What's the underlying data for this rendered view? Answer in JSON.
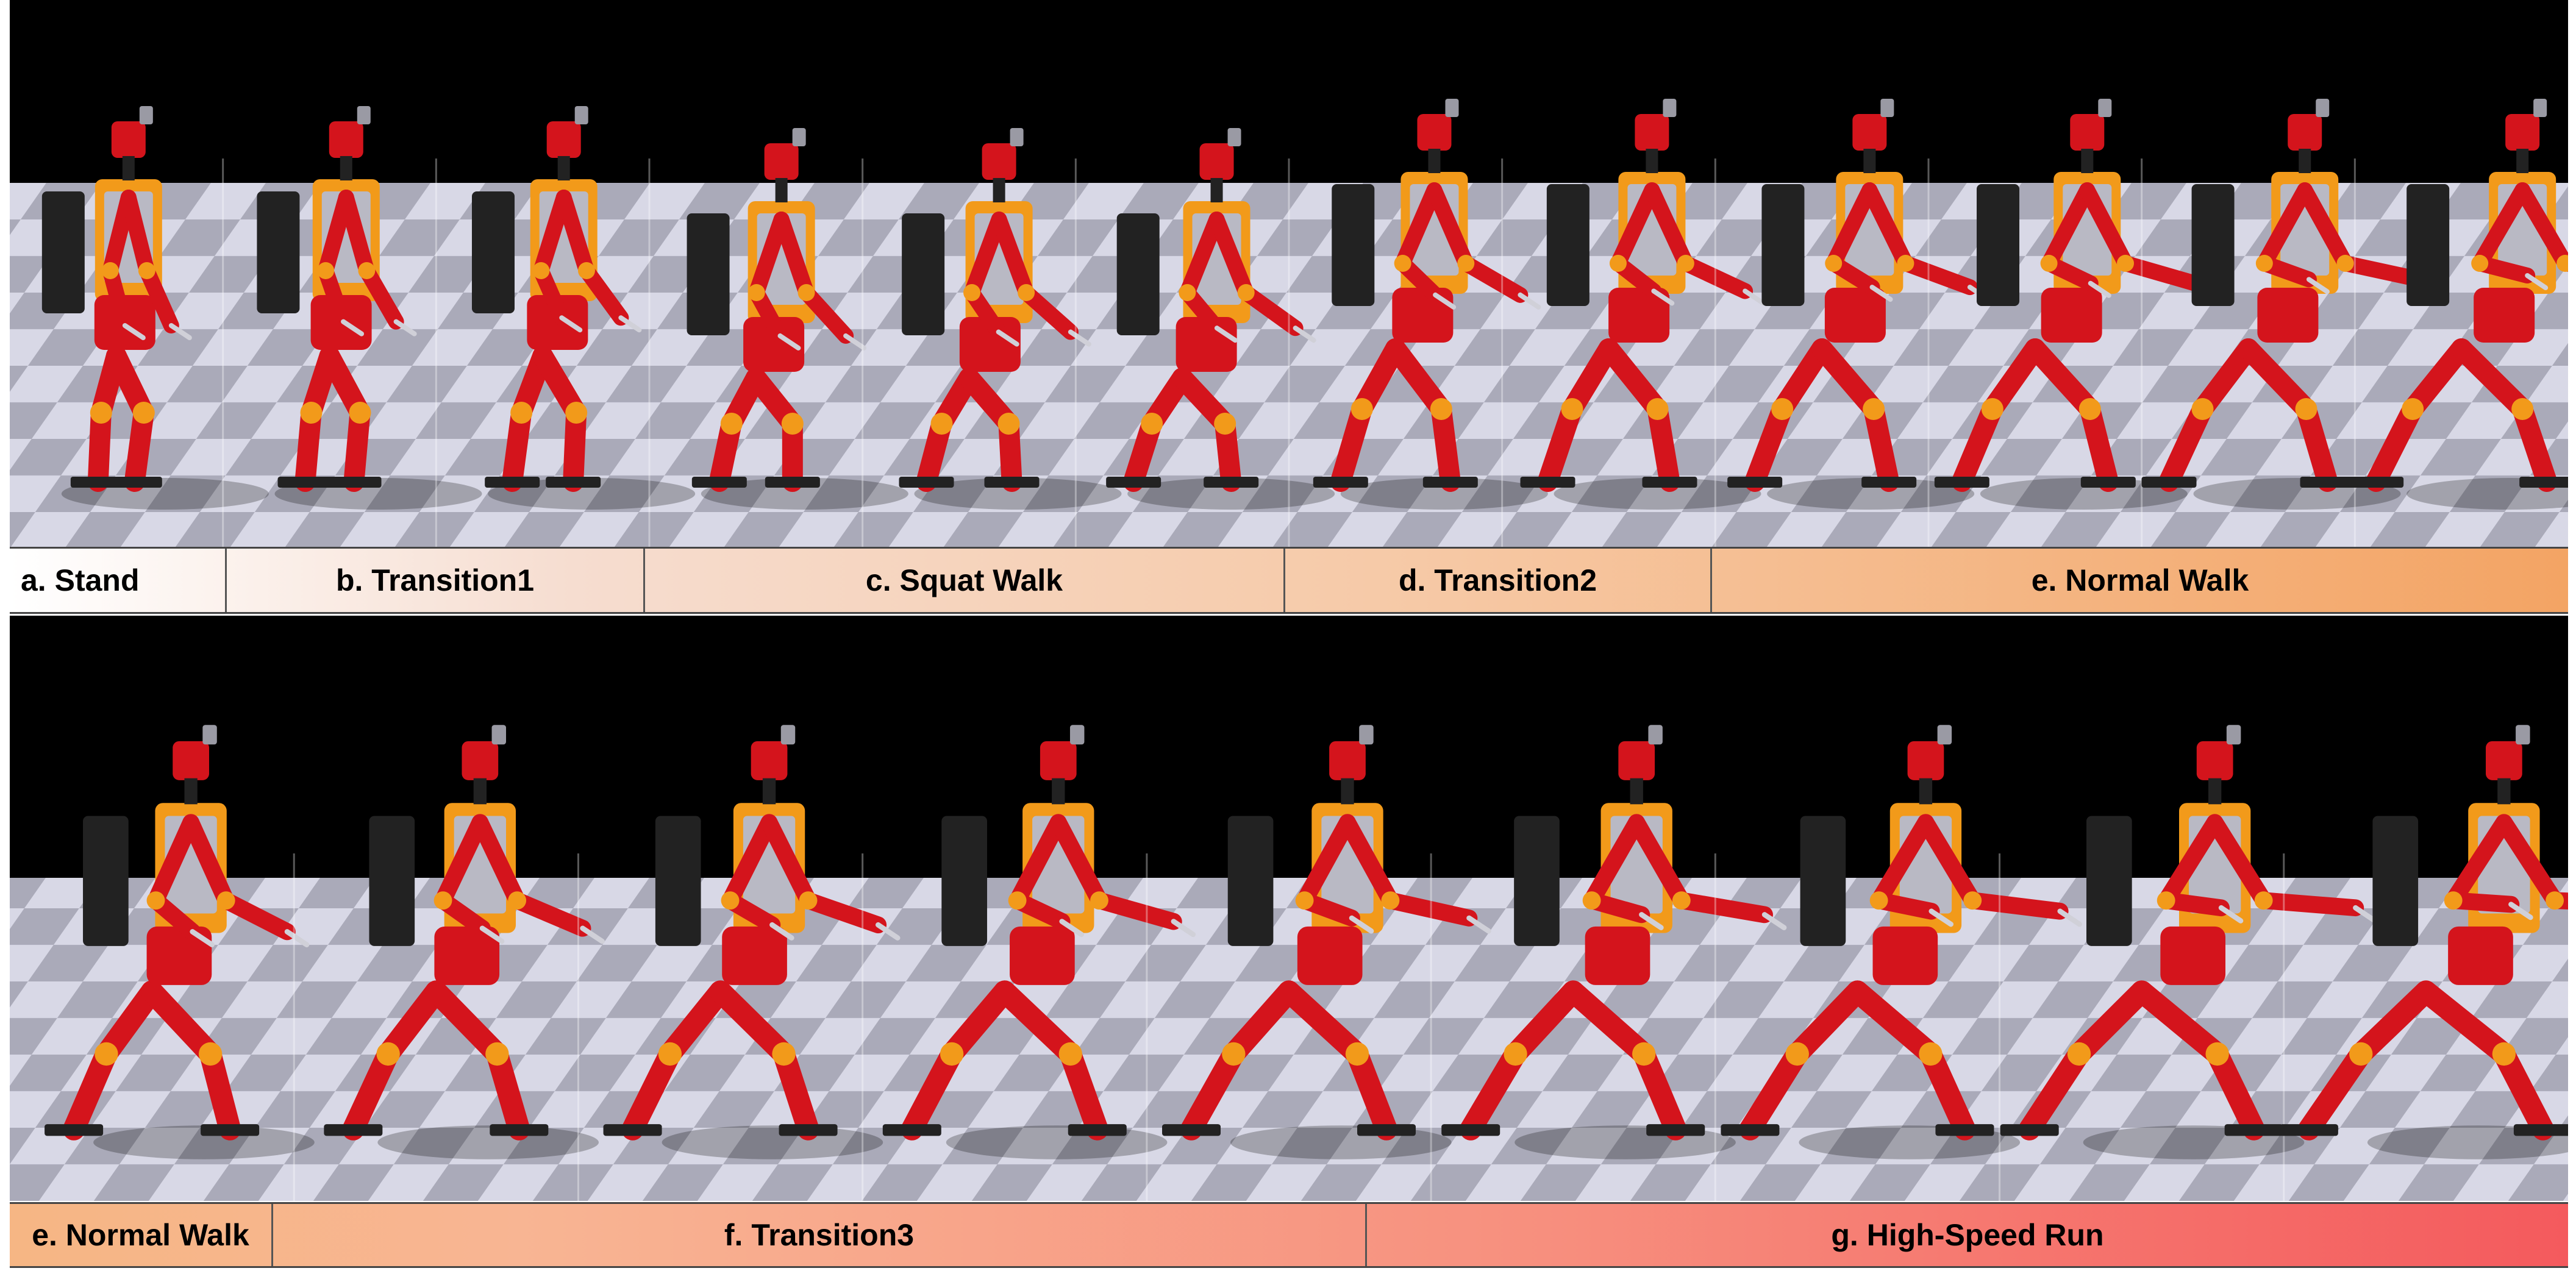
{
  "figure": {
    "top_row": {
      "frames": 12,
      "labels": [
        {
          "text": "a. Stand"
        },
        {
          "text": "b. Transition1"
        },
        {
          "text": "c. Squat Walk"
        },
        {
          "text": "d. Transition2"
        },
        {
          "text": "e. Normal Walk"
        }
      ]
    },
    "bottom_row": {
      "frames": 9,
      "labels": [
        {
          "text": "e. Normal Walk"
        },
        {
          "text": "f. Transition3"
        },
        {
          "text": "g. High-Speed Run"
        }
      ]
    }
  },
  "colors": {
    "sky": "#000000",
    "floor_light": "#d8d8e6",
    "floor_dark": "#aaaab9",
    "robot_red": "#d4141c",
    "robot_orange": "#f29a1a",
    "robot_dark": "#222222"
  },
  "icons": [
    "humanoid-robot-icon"
  ]
}
